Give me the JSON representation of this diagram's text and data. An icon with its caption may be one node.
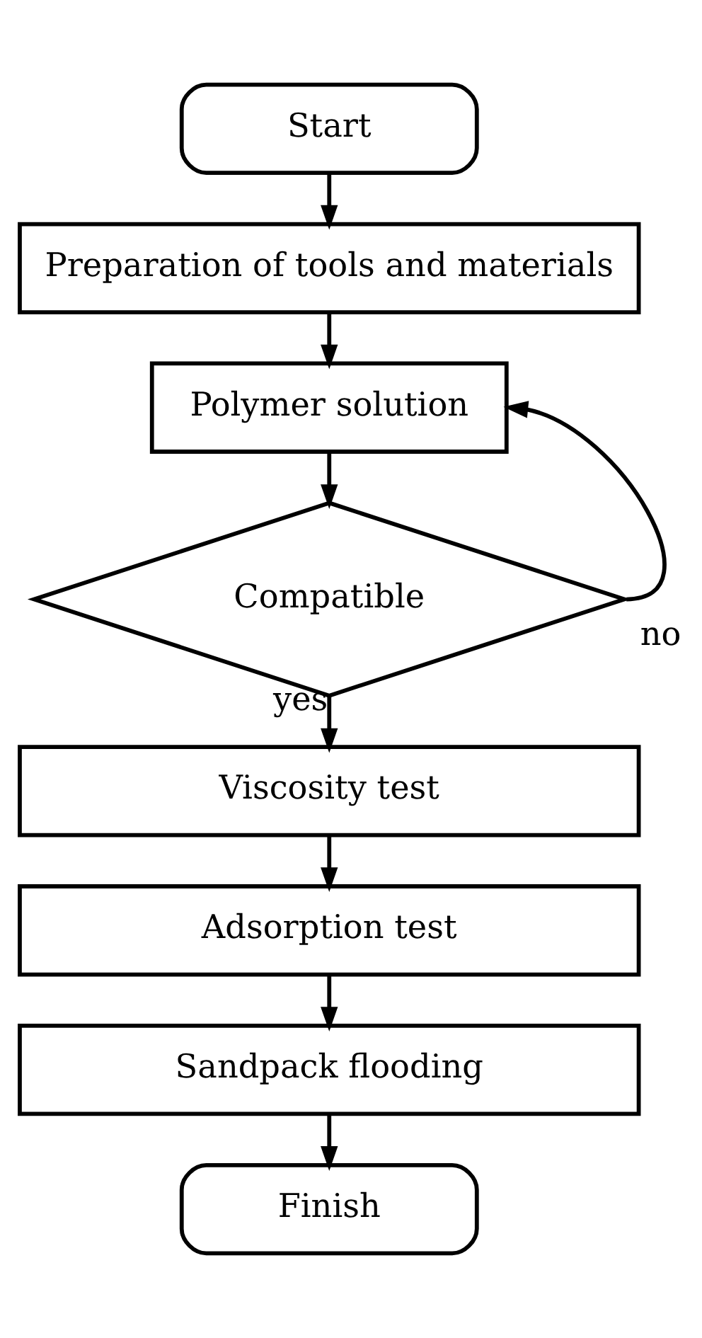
{
  "diagram": {
    "nodes": [
      {
        "text": [
          "Start"
        ]
      },
      {
        "text": [
          "Preparation of tools and materials"
        ]
      },
      {
        "text": [
          "Polymer solution"
        ]
      },
      {
        "text": [
          "Compatible"
        ]
      },
      {
        "text": [
          "Viscosity test"
        ]
      },
      {
        "text": [
          "Adsorption test"
        ]
      },
      {
        "text": [
          "Sandpack flooding"
        ]
      },
      {
        "text": [
          "Finish"
        ]
      }
    ],
    "edges": [
      {
        "from": 0,
        "to": 1,
        "arrow": "to"
      },
      {
        "from": 1,
        "to": 2,
        "arrow": "to"
      },
      {
        "from": 2,
        "to": 3,
        "arrow": "to"
      },
      {
        "from": 3,
        "to": 4,
        "arrow": "to",
        "label": "yes"
      },
      {
        "from": 3,
        "to": 2,
        "arrow": "to",
        "label": "no"
      },
      {
        "from": 4,
        "to": 5,
        "arrow": "to"
      },
      {
        "from": 5,
        "to": 6,
        "arrow": "to"
      },
      {
        "from": 6,
        "to": 7,
        "arrow": "to"
      }
    ]
  }
}
